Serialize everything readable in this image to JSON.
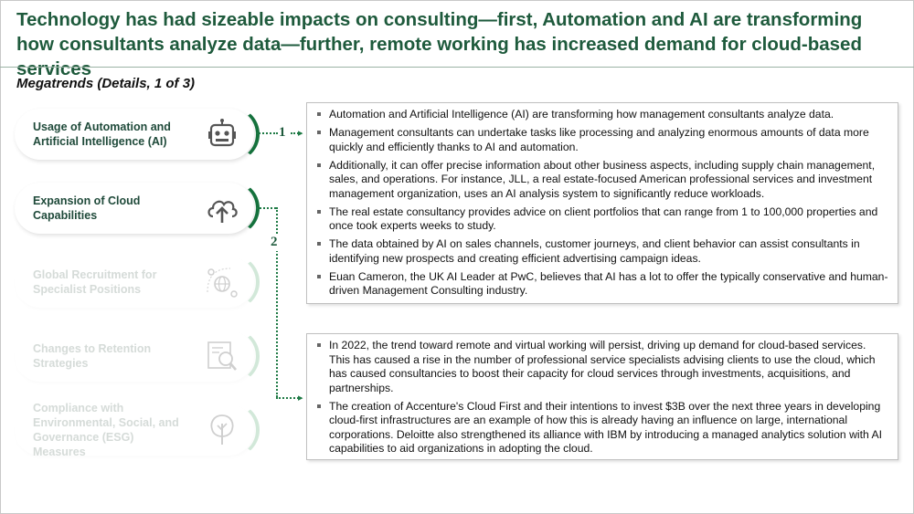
{
  "title": "Technology has had sizeable impacts on consulting—first, Automation and AI are transforming how consultants analyze data—further, remote working has increased demand for cloud-based services",
  "subtitle": "Megatrends (Details, 1 of 3)",
  "colors": {
    "brand_green": "#1e5a3c",
    "accent_green": "#1e7a45"
  },
  "trends": [
    {
      "label": "Usage of Automation and Artificial Intelligence (AI)",
      "icon": "robot-icon",
      "state": "active"
    },
    {
      "label": "Expansion of Cloud Capabilities",
      "icon": "cloud-upload-icon",
      "state": "active"
    },
    {
      "label": "Global Recruitment for Specialist Positions",
      "icon": "globe-network-icon",
      "state": "dim"
    },
    {
      "label": "Changes to Retention Strategies",
      "icon": "search-profile-icon",
      "state": "dim"
    },
    {
      "label": "Compliance with Environmental, Social, and Governance (ESG) Measures",
      "icon": "tree-icon",
      "state": "dim"
    }
  ],
  "markers": [
    "1",
    "2"
  ],
  "details": [
    {
      "bullets": [
        "Automation and Artificial Intelligence (AI) are transforming how management consultants analyze data.",
        "Management consultants can undertake tasks like processing and analyzing enormous amounts of data more quickly and efficiently thanks to AI and automation.",
        "Additionally, it can offer precise information about other business aspects, including supply chain management, sales, and operations. For instance, JLL, a real estate-focused American professional services and investment management organization, uses an AI analysis system to significantly reduce workloads.",
        "The real estate consultancy provides advice on client portfolios that can range from 1 to 100,000 properties and once took experts weeks to study.",
        "The data obtained by AI on sales channels, customer journeys, and client behavior can assist consultants in identifying new prospects and creating efficient advertising campaign ideas.",
        "Euan Cameron, the UK AI Leader at PwC, believes that AI has a lot to offer the typically conservative and human-driven Management Consulting industry."
      ]
    },
    {
      "bullets": [
        "In 2022, the trend toward remote and virtual working will persist, driving up demand for cloud-based services. This has caused a rise in the number of professional service specialists advising clients to use the cloud, which has caused consultancies to boost their capacity for cloud services through investments, acquisitions, and partnerships.",
        "The creation of Accenture's Cloud First and their intentions to invest $3B over the next three years in developing cloud-first infrastructures are an example of how this is already having an influence on large, international corporations. Deloitte also strengthened its alliance with IBM by introducing a managed analytics solution with AI capabilities to aid organizations in adopting the cloud."
      ]
    }
  ]
}
